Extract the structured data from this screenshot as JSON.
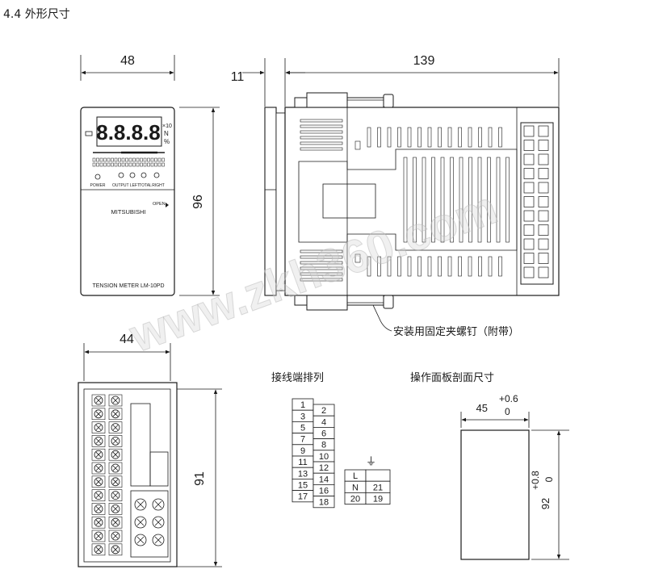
{
  "section_title": "4.4  外形尺寸",
  "front_view": {
    "width_dim": "48",
    "height_dim": "96",
    "display_digits": "8.8.8.8",
    "unit_x10": "×10",
    "unit_n": "N",
    "unit_pct": "%",
    "ind_labels": [
      "POWER",
      "OUTPUT LEFT",
      "TOTAL",
      "RIGHT"
    ],
    "brand": "MITSUBISHI",
    "open_label": "OPEN",
    "model": "TENSION METER LM-10PD"
  },
  "side_view": {
    "front_depth_dim": "11",
    "body_depth_dim": "139",
    "screw_label": "安装用固定夹螺钉（附带）"
  },
  "rear_view": {
    "width_dim": "44",
    "height_dim": "91"
  },
  "terminal_layout": {
    "title": "接线端排列",
    "left_column": [
      "1",
      "3",
      "5",
      "7",
      "9",
      "11",
      "13",
      "15",
      "17"
    ],
    "right_column": [
      "2",
      "4",
      "6",
      "8",
      "10",
      "12",
      "14",
      "16",
      "18"
    ],
    "power_column": [
      "L",
      "N",
      "20"
    ],
    "ground_column": [
      "21",
      "19"
    ]
  },
  "panel_cutout": {
    "title": "操作面板剖面尺寸",
    "width_nominal": "45",
    "width_upper_tol": "+0.6",
    "width_lower_tol": "0",
    "height_nominal": "92",
    "height_upper_tol": "+0.8",
    "height_lower_tol": "0"
  },
  "watermark": "www.zkh360.com"
}
